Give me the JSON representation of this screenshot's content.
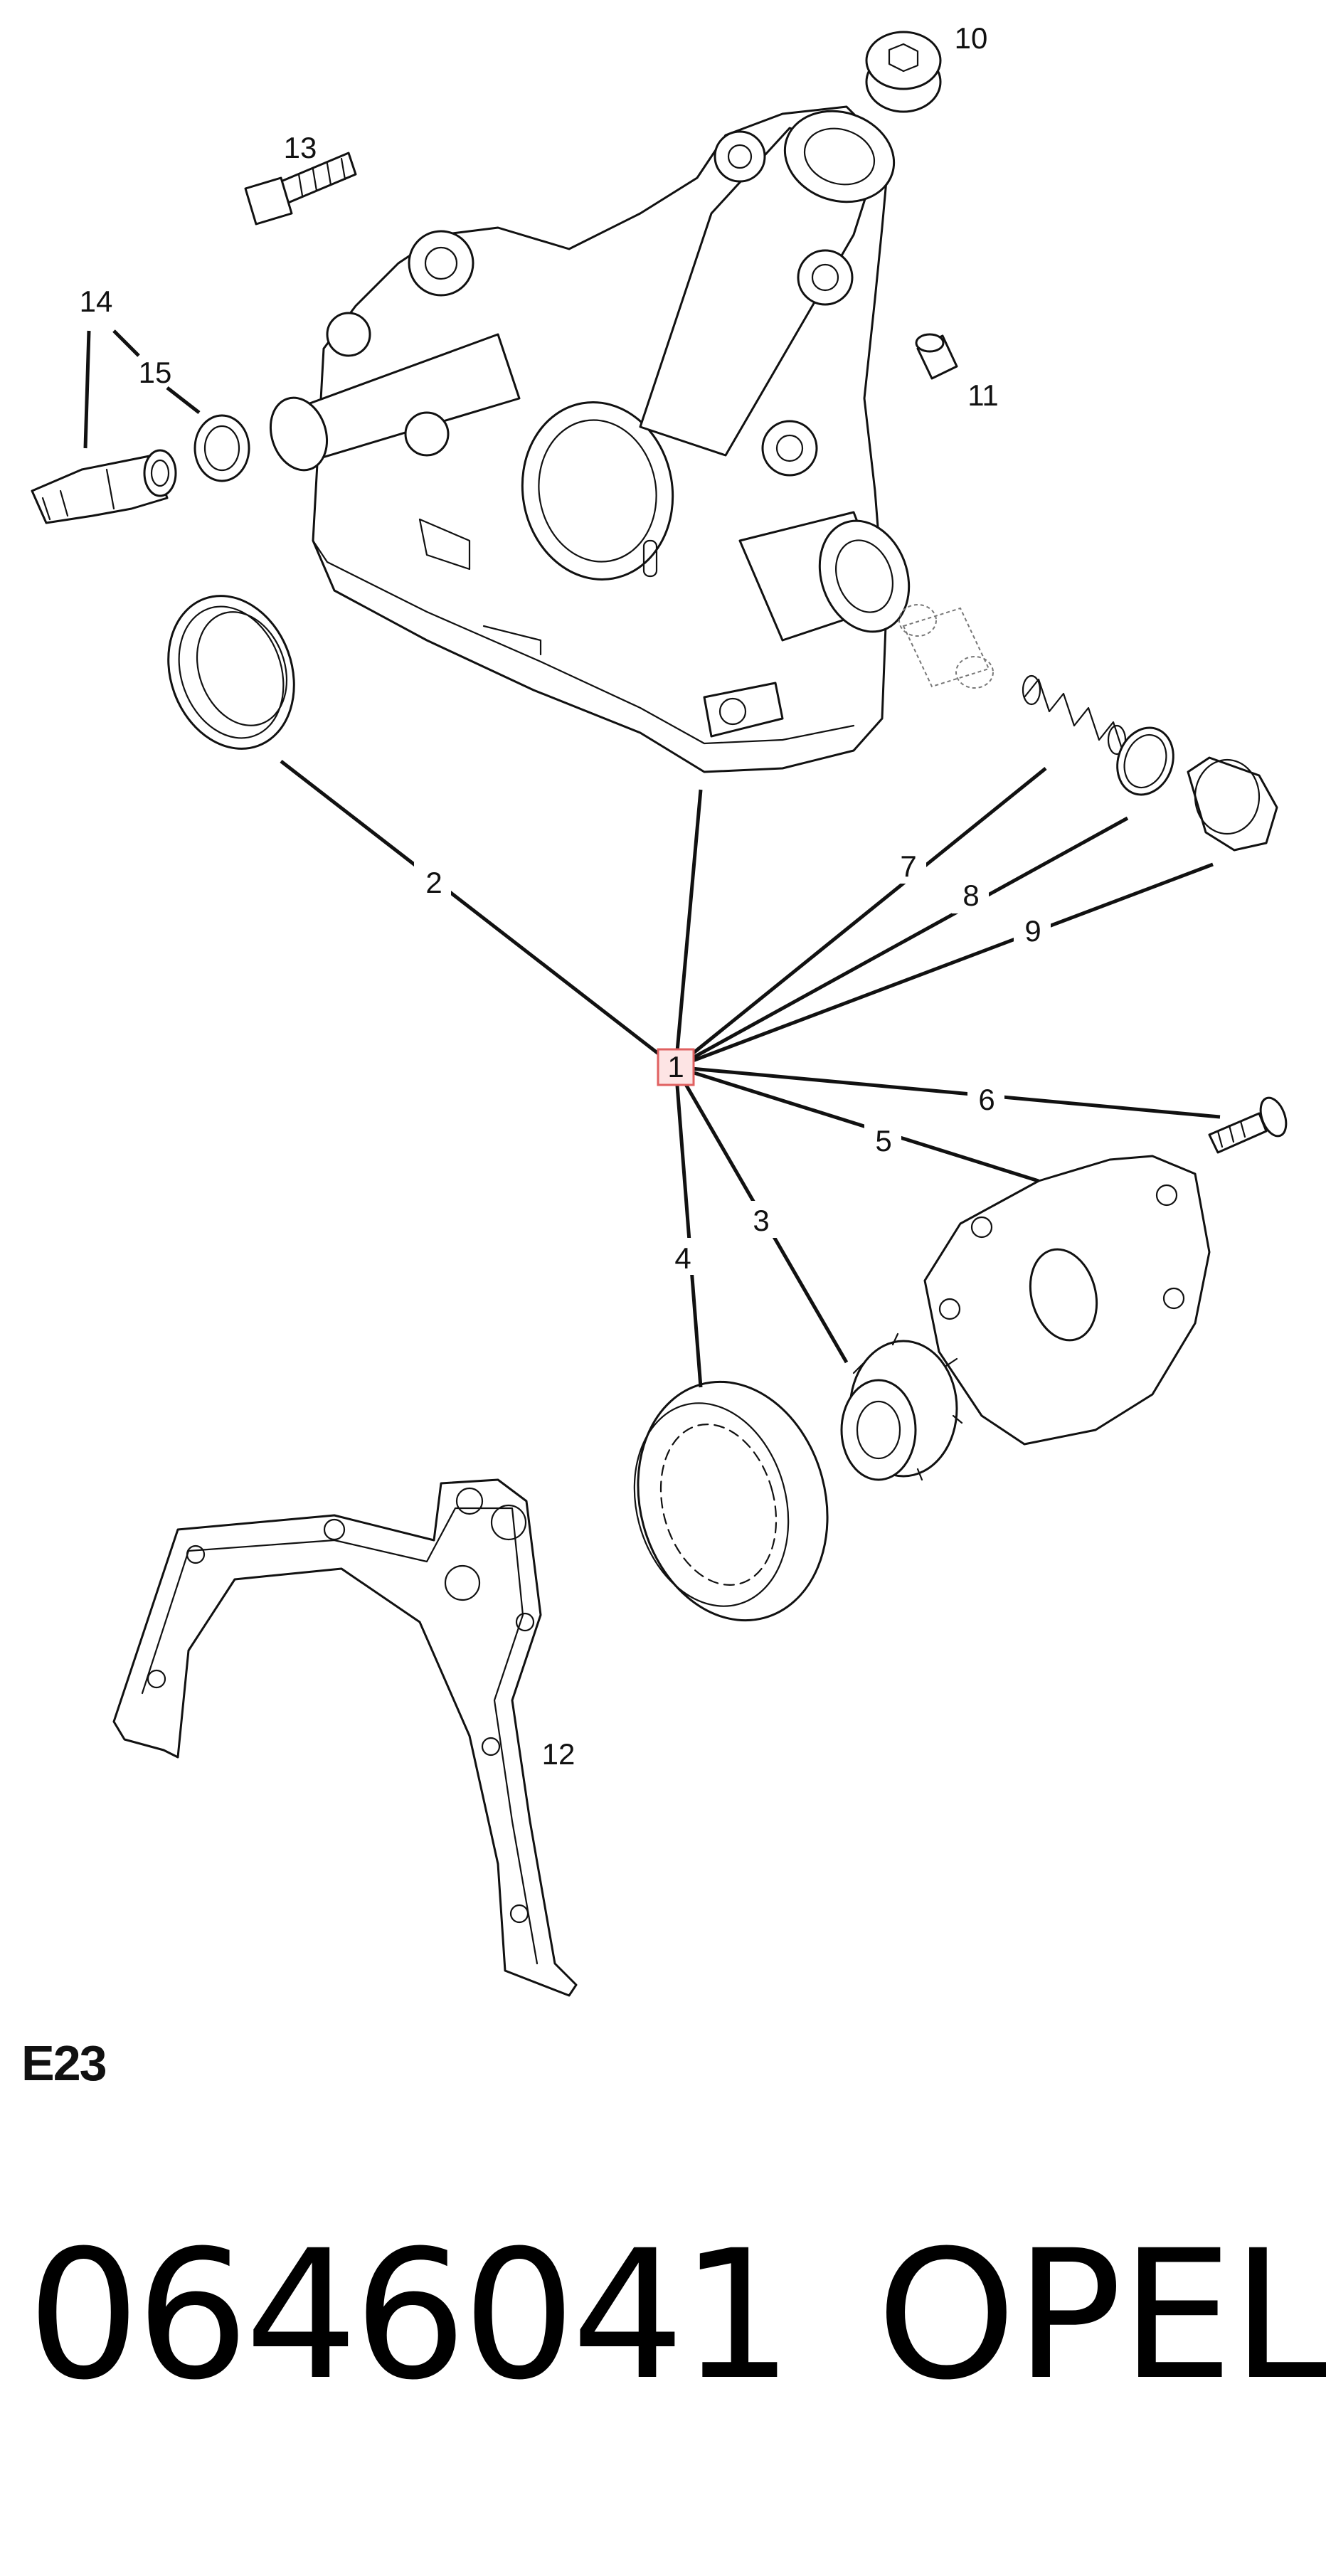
{
  "colors": {
    "line": "#111111",
    "hub_fill": "#fde4e4",
    "hub_stroke": "#e06060"
  },
  "hub_label": "1",
  "callouts": [
    {
      "key": "2",
      "label": "2"
    },
    {
      "key": "3",
      "label": "3"
    },
    {
      "key": "4",
      "label": "4"
    },
    {
      "key": "5",
      "label": "5"
    },
    {
      "key": "6",
      "label": "6"
    },
    {
      "key": "7",
      "label": "7"
    },
    {
      "key": "8",
      "label": "8"
    },
    {
      "key": "9",
      "label": "9"
    },
    {
      "key": "10",
      "label": "10"
    },
    {
      "key": "11",
      "label": "11"
    },
    {
      "key": "12",
      "label": "12"
    },
    {
      "key": "13",
      "label": "13"
    },
    {
      "key": "14",
      "label": "14"
    },
    {
      "key": "15",
      "label": "15"
    }
  ],
  "section_code": "E23",
  "part_number": "0646041",
  "brand": "OPEL"
}
